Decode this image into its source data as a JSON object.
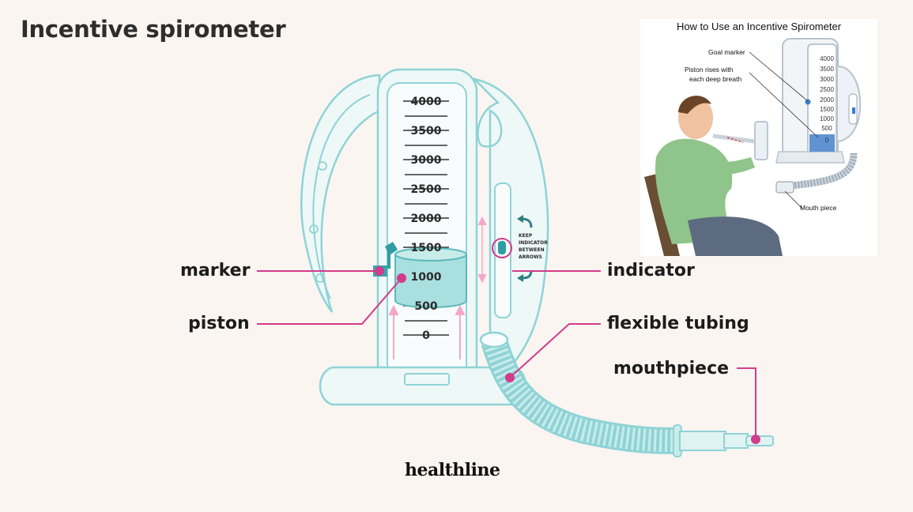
{
  "title": "Incentive spirometer",
  "brand": "healthline",
  "scale": [
    "4000",
    "3500",
    "3000",
    "2500",
    "2000",
    "1500",
    "1000",
    "500",
    "0"
  ],
  "labels": {
    "marker": "marker",
    "piston": "piston",
    "indicator": "indicator",
    "flexible_tubing": "flexible tubing",
    "mouthpiece": "mouthpiece"
  },
  "indicator_note": [
    "KEEP",
    "INDICATOR",
    "BETWEEN",
    "ARROWS"
  ],
  "inset": {
    "title": "How to Use an Incentive Spirometer",
    "goal_marker": "Goal marker",
    "piston_rises": [
      "Piston rises with",
      "each deep breath"
    ],
    "mouth_piece": "Mouth piece",
    "scale": [
      "4000",
      "3500",
      "3000",
      "2500",
      "2000",
      "1500",
      "1000",
      "500",
      "0"
    ]
  },
  "colors": {
    "outline": "#8fd3d6",
    "fill": "#e9f6f5",
    "teal": "#3aa8ad",
    "callout": "#d23c8a",
    "arrow": "#f3a8c9"
  }
}
